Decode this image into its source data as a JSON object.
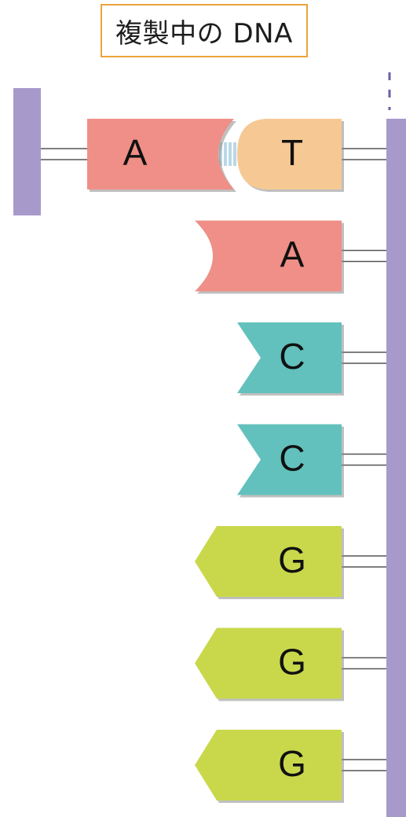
{
  "title": "複製中の DNA",
  "colors": {
    "backbone": "#a79acb",
    "strand_line": "#555555",
    "adenine": "#ef8f87",
    "thymine": "#f6c994",
    "cytosine": "#62c1bd",
    "guanine": "#c9d84c",
    "hydrogen_bond": "#b9d8e6",
    "title_border": "#eca43a"
  },
  "left_strand": {
    "nucleotides": [
      {
        "base": "A",
        "kind": "adenine"
      }
    ]
  },
  "right_strand": {
    "nucleotides": [
      {
        "base": "T",
        "kind": "thymine"
      },
      {
        "base": "A",
        "kind": "adenine"
      },
      {
        "base": "C",
        "kind": "cytosine"
      },
      {
        "base": "C",
        "kind": "cytosine"
      },
      {
        "base": "G",
        "kind": "guanine"
      },
      {
        "base": "G",
        "kind": "guanine"
      },
      {
        "base": "G",
        "kind": "guanine"
      }
    ]
  },
  "base_pairs": [
    {
      "left": "A",
      "right": "T"
    }
  ]
}
